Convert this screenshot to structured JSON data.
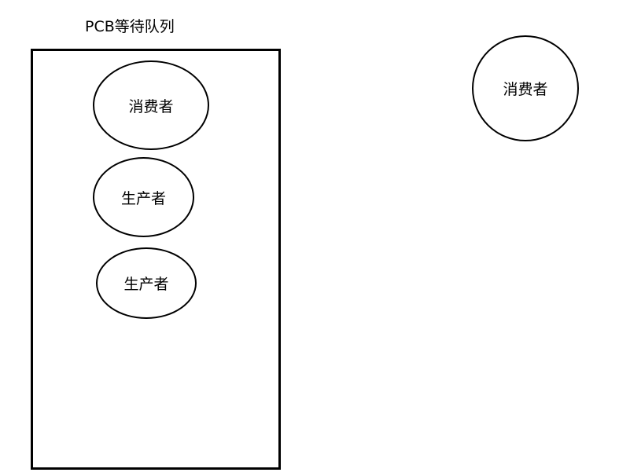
{
  "queue": {
    "title": "PCB等待队列",
    "items": [
      {
        "label": "消费者"
      },
      {
        "label": "生产者"
      },
      {
        "label": "生产者"
      }
    ]
  },
  "outside": {
    "label": "消费者"
  }
}
